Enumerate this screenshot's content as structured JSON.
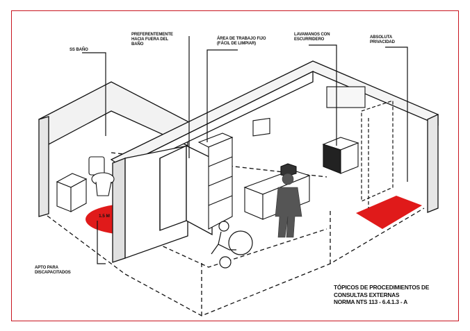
{
  "labels": {
    "ss_bano": "SS BAÑO",
    "preferentemente": "PREFERENTEMENTE\nHACIA FUERA DEL\nBAÑO",
    "area_trabajo": "ÁREA DE TRABAJO FIJO\n(FÁCIL DE LIMPIAR)",
    "lavamanos": "LAVAMANOS CON\nESCURRIDERO",
    "absoluta": "ABSOLUTA\nPRIVACIDAD",
    "apto": "APTO PARA\nDISCAPACITADOS",
    "radius": "1.5 m"
  },
  "title": {
    "line1": "TÓPICOS DE PROCEDIMIENTOS DE",
    "line2": "CONSULTAS EXTERNAS",
    "line3": "NORMA NTS 113 - 6.4.1.3 - A"
  },
  "colors": {
    "frame": "#c8141e",
    "accent": "#e01a1a",
    "ink": "#111111",
    "figure": "#555555"
  }
}
